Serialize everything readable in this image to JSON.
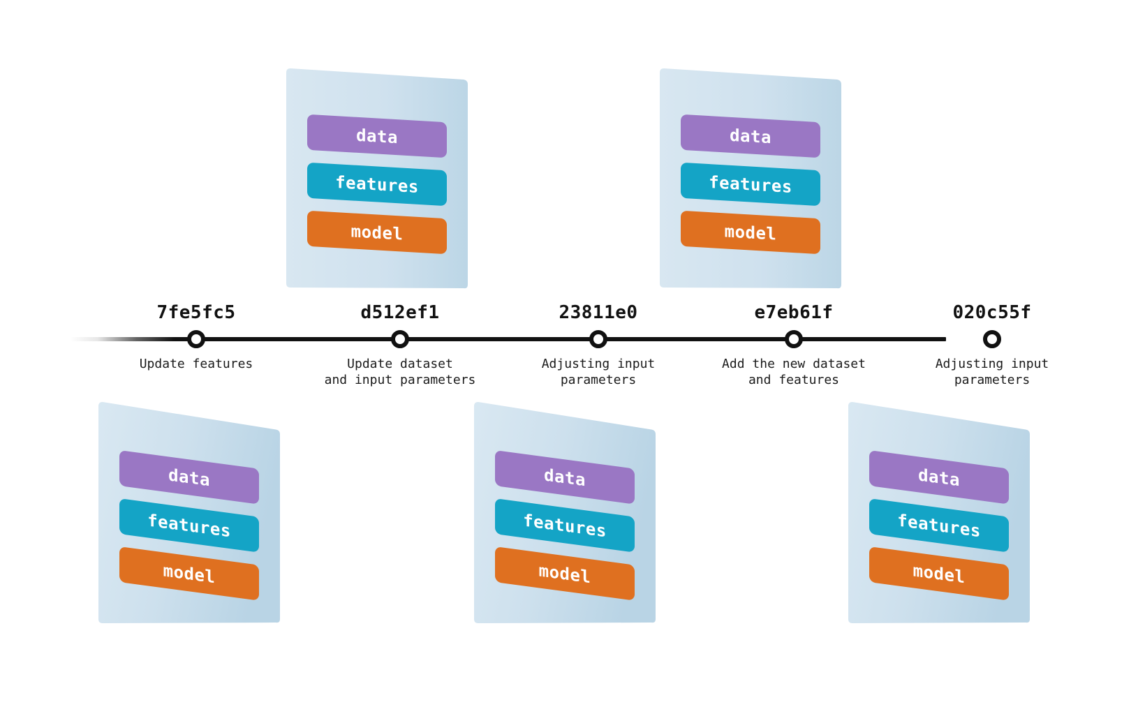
{
  "diagram": {
    "title": "ML project commit timeline with pipeline snapshots",
    "colors": {
      "data_chip": "#9a77c4",
      "features_chip": "#14a4c6",
      "model_chip": "#df7020",
      "card_background": "#d3e3ef",
      "timeline_line": "#111111",
      "node_fill": "#ffffff",
      "page_background": "#ffffff"
    }
  },
  "card_chips": {
    "data": "data",
    "features": "features",
    "model": "model"
  },
  "timeline": {
    "commits": [
      {
        "hash": "7fe5fc5",
        "message": "Update features",
        "message_lines": [
          "Update features"
        ],
        "card_position": "bottom"
      },
      {
        "hash": "d512ef1",
        "message": "Update dataset and input parameters",
        "message_lines": [
          "Update dataset",
          "and input parameters"
        ],
        "card_position": "top"
      },
      {
        "hash": "23811e0",
        "message": "Adjusting input parameters",
        "message_lines": [
          "Adjusting input",
          "parameters"
        ],
        "card_position": "bottom"
      },
      {
        "hash": "e7eb61f",
        "message": "Add the new dataset and features",
        "message_lines": [
          "Add the new dataset",
          "and features"
        ],
        "card_position": "top"
      },
      {
        "hash": "020c55f",
        "message": "Adjusting input parameters",
        "message_lines": [
          "Adjusting input",
          "parameters"
        ],
        "card_position": "bottom"
      }
    ]
  }
}
